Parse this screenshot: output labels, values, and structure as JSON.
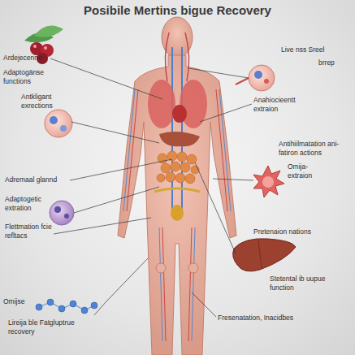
{
  "diagram": {
    "title": "Posibile Mertins bigue Recovery",
    "labels": [
      "Ardejecenne ~",
      "Adaptogänse functions",
      "Antkligant exrections",
      "Adremaal glannd",
      "Adaptogetic extration",
      "Flettmation fcie refltacs",
      "Omijse",
      "Lireija ble Fatgluptrue recovery",
      "Live nss Sreel",
      "brrep",
      "Anahiocieentt extraion",
      "Antihiilmatation ani- fatiron actions",
      "Omija- extraion",
      "Pretenaion nations",
      "Stetental ib uupue function",
      "Fresenatation, Inacidbes"
    ]
  }
}
